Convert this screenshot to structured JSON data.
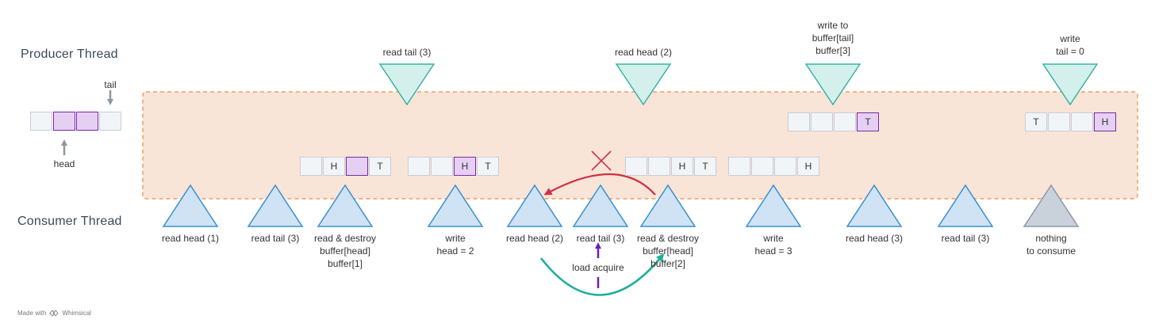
{
  "threads": {
    "producer": "Producer Thread",
    "consumer": "Consumer Thread"
  },
  "legend": {
    "tail": "tail",
    "head": "head"
  },
  "producer_steps": [
    {
      "label": "read tail (3)"
    },
    {
      "label": "read head (2)"
    },
    {
      "label": "write to\nbuffer[tail]\nbuffer[3]"
    },
    {
      "label": "write\ntail = 0"
    }
  ],
  "consumer_steps": [
    {
      "label": "read head (1)",
      "state": "active"
    },
    {
      "label": "read tail (3)",
      "state": "active"
    },
    {
      "label": "read & destroy\nbuffer[head]\nbuffer[1]",
      "state": "active"
    },
    {
      "label": "write\nhead = 2",
      "state": "active"
    },
    {
      "label": "read head (2)",
      "state": "active"
    },
    {
      "label": "read tail (3)",
      "state": "active"
    },
    {
      "label": "read & destroy\nbuffer[head]\nbuffer[2]",
      "state": "active"
    },
    {
      "label": "write\nhead = 3",
      "state": "active"
    },
    {
      "label": "read head (3)",
      "state": "active"
    },
    {
      "label": "read tail (3)",
      "state": "active"
    },
    {
      "label": "nothing\nto consume",
      "state": "idle"
    }
  ],
  "buffers": [
    {
      "cells": [
        {
          "t": "",
          "f": false
        },
        {
          "t": "",
          "f": true
        },
        {
          "t": "",
          "f": true
        },
        {
          "t": "",
          "f": false
        }
      ]
    },
    {
      "cells": [
        {
          "t": "",
          "f": false
        },
        {
          "t": "H",
          "f": false
        },
        {
          "t": "",
          "f": true
        },
        {
          "t": "T",
          "f": false
        }
      ]
    },
    {
      "cells": [
        {
          "t": "",
          "f": false
        },
        {
          "t": "",
          "f": false
        },
        {
          "t": "H",
          "f": true
        },
        {
          "t": "T",
          "f": false
        }
      ]
    },
    {
      "cells": [
        {
          "t": "",
          "f": false
        },
        {
          "t": "",
          "f": false
        },
        {
          "t": "H",
          "f": false
        },
        {
          "t": "T",
          "f": false
        }
      ]
    },
    {
      "cells": [
        {
          "t": "",
          "f": false
        },
        {
          "t": "",
          "f": false
        },
        {
          "t": "",
          "f": false
        },
        {
          "t": "H",
          "f": false
        }
      ]
    },
    {
      "cells": [
        {
          "t": "",
          "f": false
        },
        {
          "t": "",
          "f": false
        },
        {
          "t": "",
          "f": false
        },
        {
          "t": "T",
          "f": true
        }
      ]
    },
    {
      "cells": [
        {
          "t": "T",
          "f": false
        },
        {
          "t": "",
          "f": false
        },
        {
          "t": "",
          "f": false
        },
        {
          "t": "H",
          "f": true
        }
      ]
    }
  ],
  "annotations": {
    "load_acquire": "load acquire"
  },
  "footer": {
    "made_with": "Made with",
    "brand": "Whimsical"
  },
  "colors": {
    "region_fill": "#f9e4d8",
    "region_border": "#f08a40",
    "producer_fill": "#d4f0ec",
    "producer_stroke": "#3bb3a3",
    "consumer_fill": "#cfe3f5",
    "consumer_stroke": "#3a8fd0",
    "idle_fill": "#c9d1da",
    "idle_stroke": "#8a99a8",
    "cell_fill": "#f2f5f8",
    "cell_border": "#c7ced6",
    "filled_fill": "#e5d0f3",
    "filled_border": "#7a2aa8",
    "red": "#cc3344",
    "teal": "#1fae9a",
    "purple": "#6a1fb0",
    "arrow_gray": "#8a97a6"
  }
}
